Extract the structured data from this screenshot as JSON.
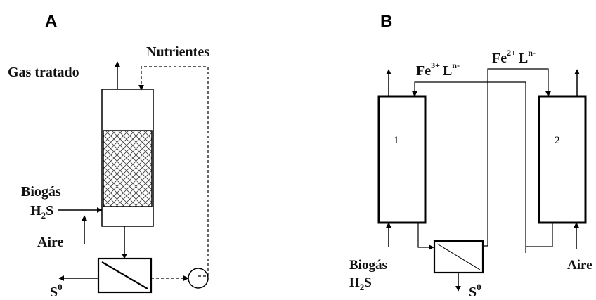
{
  "panel_a": {
    "label": "A",
    "nutrients": "Nutrientes",
    "treated_gas": "Gas tratado",
    "biogas": "Biogás",
    "h2s_main": "H",
    "h2s_sub": "2",
    "h2s_end": "S",
    "air": "Aire",
    "sulfur_main": "S",
    "sulfur_sup": "0"
  },
  "panel_b": {
    "label": "B",
    "fe3_main": "Fe",
    "fe3_sup": "3+",
    "fe3_ligand": "L",
    "fe3_ligand_sup": "n-",
    "fe2_main": "Fe",
    "fe2_sup": "2+",
    "fe2_ligand": "L",
    "fe2_ligand_sup": "n-",
    "reactor1": "1",
    "reactor2": "2",
    "biogas": "Biogás",
    "h2s_main": "H",
    "h2s_sub": "2",
    "h2s_end": "S",
    "air": "Aire",
    "sulfur_main": "S",
    "sulfur_sup": "0"
  }
}
